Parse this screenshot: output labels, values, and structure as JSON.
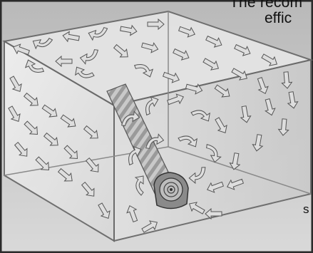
{
  "figure": {
    "caption_line_1": "The recom",
    "caption_line_2": "effic",
    "caption_fragment_right": "s",
    "colors": {
      "panel_bg": "#cfcfcf",
      "box_fill": "#e6e6e6",
      "box_edge": "#6f6f6f",
      "arrow_fill": "#dcdcdc",
      "arrow_stroke": "#555555",
      "fan_body": "#8a8a8a",
      "frame": "#2b2b2b"
    },
    "icons": [
      "fan-icon",
      "air-flow-arrow-icon",
      "duct-icon"
    ]
  }
}
